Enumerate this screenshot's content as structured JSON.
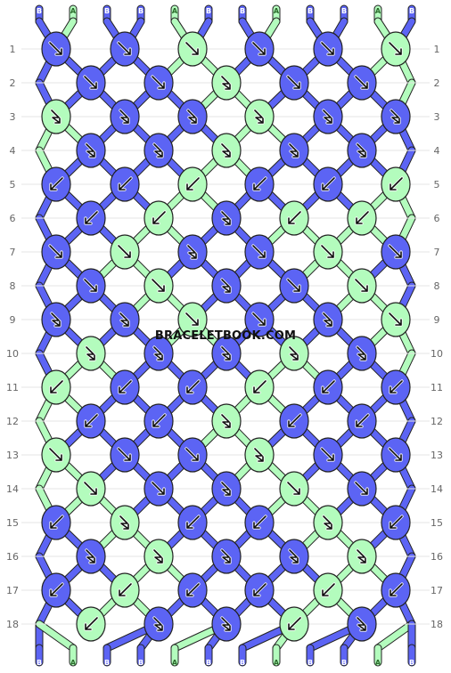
{
  "pattern": {
    "colors": {
      "A": "#b3fcbd",
      "B": "#5c64f4"
    },
    "outline": "#222222",
    "arrow_color": "#111111",
    "watermark": "BRACELETBOOK.COM",
    "top_strands": [
      "B",
      "A",
      "B",
      "B",
      "A",
      "B",
      "B",
      "A",
      "B",
      "B",
      "A",
      "B"
    ],
    "bottom_strands": [
      "B",
      "A",
      "B",
      "B",
      "A",
      "B",
      "B",
      "A",
      "B",
      "B",
      "A",
      "B"
    ],
    "row_labels": [
      "1",
      "2",
      "3",
      "4",
      "5",
      "6",
      "7",
      "8",
      "9",
      "10",
      "11",
      "12",
      "13",
      "14",
      "15",
      "16",
      "17",
      "18"
    ],
    "knots": [
      [
        [
          "B",
          "fwd"
        ],
        [
          "B",
          "fwd"
        ],
        [
          "A",
          "fwd"
        ],
        [
          "B",
          "fwd"
        ],
        [
          "B",
          "fwd"
        ],
        [
          "A",
          "fwd"
        ]
      ],
      [
        [
          "B",
          "fwd"
        ],
        [
          "B",
          "fwd"
        ],
        [
          "A",
          "fb"
        ],
        [
          "B",
          "fwd"
        ],
        [
          "B",
          "fwd"
        ]
      ],
      [
        [
          "A",
          "fb"
        ],
        [
          "B",
          "fb"
        ],
        [
          "B",
          "fb"
        ],
        [
          "A",
          "fb"
        ],
        [
          "B",
          "fb"
        ],
        [
          "B",
          "fb"
        ]
      ],
      [
        [
          "B",
          "fb"
        ],
        [
          "B",
          "fb"
        ],
        [
          "A",
          "fb"
        ],
        [
          "B",
          "fb"
        ],
        [
          "B",
          "fb"
        ]
      ],
      [
        [
          "B",
          "bwd"
        ],
        [
          "B",
          "bwd"
        ],
        [
          "A",
          "bwd"
        ],
        [
          "B",
          "bwd"
        ],
        [
          "B",
          "bwd"
        ],
        [
          "A",
          "bwd"
        ]
      ],
      [
        [
          "B",
          "bwd"
        ],
        [
          "A",
          "bwd"
        ],
        [
          "B",
          "fb"
        ],
        [
          "A",
          "bwd"
        ],
        [
          "A",
          "bwd"
        ]
      ],
      [
        [
          "B",
          "fwd"
        ],
        [
          "A",
          "fwd"
        ],
        [
          "B",
          "fb"
        ],
        [
          "B",
          "fwd"
        ],
        [
          "A",
          "fwd"
        ],
        [
          "B",
          "fwd"
        ]
      ],
      [
        [
          "B",
          "fwd"
        ],
        [
          "A",
          "fwd"
        ],
        [
          "B",
          "fb"
        ],
        [
          "B",
          "fwd"
        ],
        [
          "A",
          "fwd"
        ]
      ],
      [
        [
          "B",
          "fb"
        ],
        [
          "B",
          "fb"
        ],
        [
          "A",
          "fwd"
        ],
        [
          "B",
          "fwd"
        ],
        [
          "B",
          "fb"
        ],
        [
          "A",
          "fwd"
        ]
      ],
      [
        [
          "A",
          "fb"
        ],
        [
          "B",
          "fb"
        ],
        [
          "B",
          "fb"
        ],
        [
          "A",
          "fb"
        ],
        [
          "B",
          "fb"
        ]
      ],
      [
        [
          "A",
          "bwd"
        ],
        [
          "B",
          "bwd"
        ],
        [
          "B",
          "bwd"
        ],
        [
          "A",
          "bwd"
        ],
        [
          "B",
          "bwd"
        ],
        [
          "B",
          "bwd"
        ]
      ],
      [
        [
          "B",
          "bwd"
        ],
        [
          "B",
          "bwd"
        ],
        [
          "A",
          "fb"
        ],
        [
          "B",
          "bwd"
        ],
        [
          "B",
          "bwd"
        ]
      ],
      [
        [
          "A",
          "fwd"
        ],
        [
          "B",
          "fwd"
        ],
        [
          "B",
          "fwd"
        ],
        [
          "A",
          "fb"
        ],
        [
          "B",
          "fwd"
        ],
        [
          "B",
          "fwd"
        ]
      ],
      [
        [
          "A",
          "fwd"
        ],
        [
          "B",
          "fwd"
        ],
        [
          "B",
          "fb"
        ],
        [
          "A",
          "fwd"
        ],
        [
          "B",
          "fwd"
        ]
      ],
      [
        [
          "B",
          "bwd"
        ],
        [
          "A",
          "fb"
        ],
        [
          "B",
          "bwd"
        ],
        [
          "B",
          "bwd"
        ],
        [
          "A",
          "fb"
        ],
        [
          "B",
          "bwd"
        ]
      ],
      [
        [
          "B",
          "fb"
        ],
        [
          "A",
          "fb"
        ],
        [
          "B",
          "fb"
        ],
        [
          "B",
          "fb"
        ],
        [
          "A",
          "fb"
        ]
      ],
      [
        [
          "B",
          "bwd"
        ],
        [
          "A",
          "bwd"
        ],
        [
          "B",
          "bwd"
        ],
        [
          "B",
          "bwd"
        ],
        [
          "A",
          "bwd"
        ],
        [
          "B",
          "bwd"
        ]
      ],
      [
        [
          "A",
          "bwd"
        ],
        [
          "B",
          "fb"
        ],
        [
          "B",
          "fb"
        ],
        [
          "A",
          "bwd"
        ],
        [
          "B",
          "fb"
        ]
      ]
    ]
  }
}
